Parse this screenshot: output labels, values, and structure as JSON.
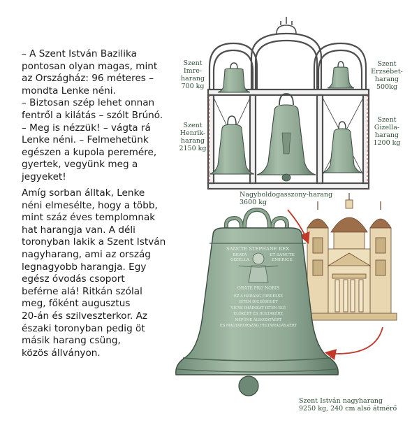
{
  "story": {
    "paragraph1": "– A Szent István Bazilika\npontosan olyan magas, mint\naz Országház: 96 méteres –\nmondta Lenke néni.\n– Biztosan szép lehet onnan\nfentről a kilátás – szólt Brúnó.\n– Meg is nézzük! – vágta rá\nLenke néni. – Felmehetünk\negészen a kupola peremére,\ngyertek, vegyünk meg a\njegyeket!",
    "paragraph2": "Amíg sorban álltak, Lenke\nnéni elmesélte, hogy a több,\nmint száz éves templomnak\nhat harangja van. A déli\ntoronyban lakik a Szent István\nnagyharang, ami az ország\nlegnagyobb harangja. Egy\negész óvodás csoport\nbeférne alá! Ritkán szólal\nmeg, főként augusztus\n20-án és szilveszterkor. Az\nészaki toronyban pedig öt\nmásik harang csüng,\nközös állványon."
  },
  "bell_labels": {
    "imre": "Szent\nImre-\nharang\n700 kg",
    "henrik": "Szent\nHenrik-\nharang\n2150 kg",
    "erzsebet": "Szent\nErzsébet-\nharang\n500kg",
    "gizella": "Szent\nGizella-\nharang\n1200 kg",
    "nagyboldogasszony": "Nagyboldogasszony-harang\n3600 kg",
    "istvan": "Szent István nagyharang\n9250 kg, 240 cm alsó átmérő"
  },
  "bell_inscription": {
    "top": "SANCTE STEPHANE REX",
    "left": "BEATA\nGIZELLA",
    "right": "ET SANCTE\nEMERICE",
    "orate": "ORATE PRO NOBIS",
    "body": "EZ A HARANG HIRDESSE\nISTEN DICSŐSÉGÉT\nVIGYE IMÁINKAT ISTEN ELÉ\nÉLŐKÉRT ÉS HOLTAKÉRT,\nNÉPÜNK ÁLDOZATÁÉRT\nÉS MAGYARORSZÁG FELTÁMADÁSÁÉRT"
  },
  "colors": {
    "bell_fill": "#8fa894",
    "bell_dark": "#5f7a67",
    "frame": "#5a5a5a",
    "arrow": "#c0392b",
    "caption_text": "#2f4f36",
    "church_stone": "#e8d7b0",
    "church_dome": "#9c6f4a"
  }
}
